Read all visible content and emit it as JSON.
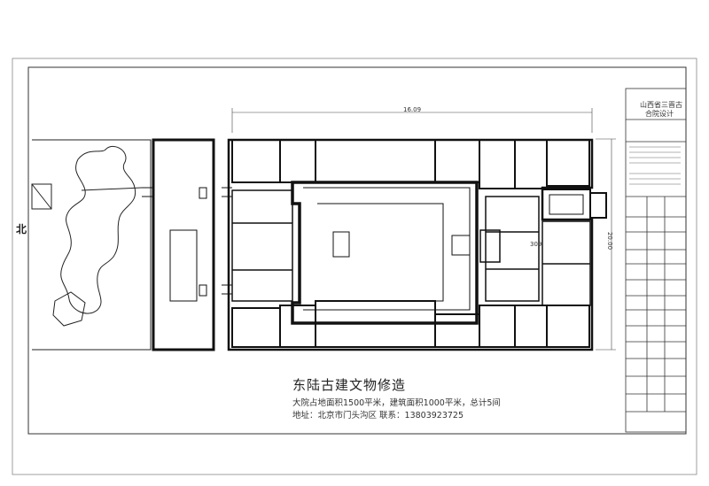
{
  "north_label": "北",
  "company": {
    "name": "东陆古建文物修造",
    "info_line_1": "大院占地面积1500平米，建筑面积1000平米，总计5间",
    "info_line_2": "地址：北京市门头沟区  联系：13803923725"
  },
  "title_block": {
    "line_1": "山西省三晋古",
    "line_2": "合院设计"
  },
  "dimensions": {
    "overall_width": "16.09",
    "overall_depth": "20.00",
    "inner": "309"
  },
  "colors": {
    "line": "#111111",
    "thin_line": "#555555",
    "background": "#ffffff"
  }
}
